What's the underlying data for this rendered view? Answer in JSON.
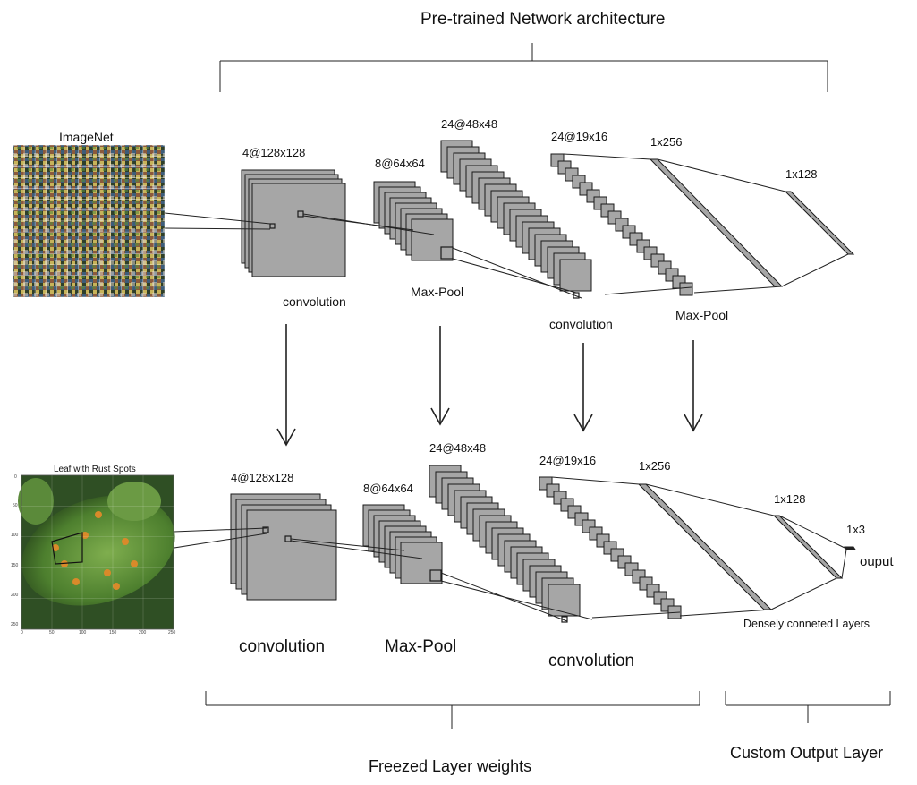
{
  "diagram": {
    "top_title": "Pre-trained Network architecture",
    "top_row": {
      "input_label": "ImageNet",
      "dims": {
        "conv1": "4@128x128",
        "pool1": "8@64x64",
        "conv2": "24@48x48",
        "pool2": "24@19x16",
        "dense1": "1x256",
        "dense2": "1x128"
      },
      "ops": {
        "conv1": "convolution",
        "pool1": "Max-Pool",
        "conv2": "convolution",
        "pool2": "Max-Pool"
      }
    },
    "bottom_row": {
      "input_title": "Leaf with Rust Spots",
      "axis_ticks_y": [
        "0",
        "50",
        "100",
        "150",
        "200",
        "250"
      ],
      "axis_ticks_x": [
        "0",
        "50",
        "100",
        "150",
        "200",
        "250"
      ],
      "dims": {
        "conv1": "4@128x128",
        "pool1": "8@64x64",
        "conv2": "24@48x48",
        "pool2": "24@19x16",
        "dense1": "1x256",
        "dense2": "1x128",
        "out": "1x3"
      },
      "ops": {
        "conv1": "convolution",
        "pool1": "Max-Pool",
        "conv2": "convolution"
      },
      "output_label": "ouput",
      "dense_label": "Densely conneted Layers"
    },
    "bottom_brackets": {
      "frozen": "Freezed Layer weights",
      "custom": "Custom Output Layer"
    },
    "colors": {
      "layer_fill": "#a6a6a6",
      "layer_stroke": "#1a1a1a",
      "line": "#222222"
    }
  }
}
